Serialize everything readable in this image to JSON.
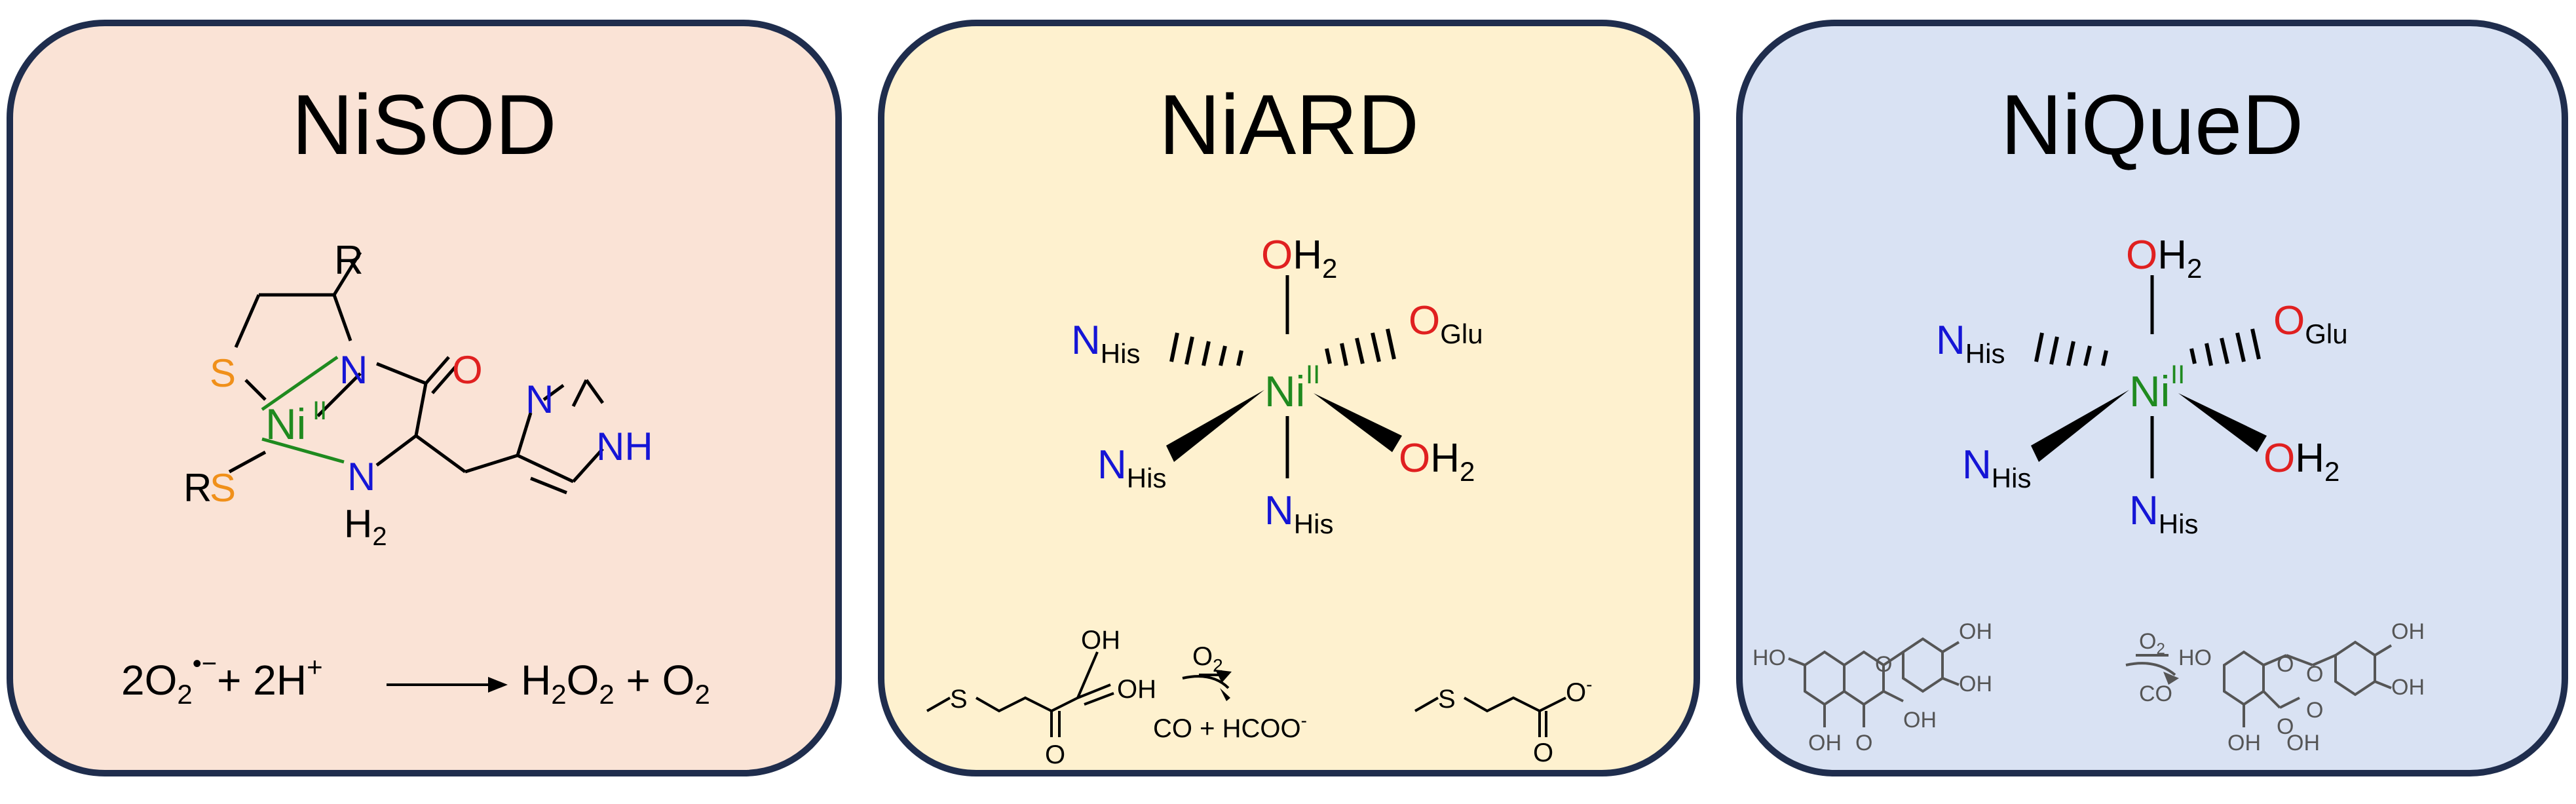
{
  "panels": [
    {
      "title": "NiSOD",
      "structure": {
        "metal": "Ni",
        "oxidation": "II",
        "atoms": {
          "R_top": "R",
          "S_ring": "S",
          "N_amide": "N",
          "O_carbonyl": "O",
          "S_thiolate": "S",
          "R_thiolate": "R",
          "N_amine": "N",
          "H2_amine": "H",
          "H2_sub": "2",
          "N_imidazole": "N",
          "NH_imidazole": "NH"
        }
      },
      "reaction": {
        "reactant_coef": "2O",
        "reactant_sub": "2",
        "radical": "•−",
        "plus": "+ 2H",
        "plus_sup": "+",
        "product_h": "H",
        "product_sub1": "2",
        "product_o": "O",
        "product_sub2": "2",
        "product_plus": " + O",
        "product_sub3": "2"
      }
    },
    {
      "title": "NiARD",
      "structure": {
        "metal": "Ni",
        "oxidation": "II",
        "ligands": {
          "top_o": "O",
          "top_h": "H",
          "top_sub": "2",
          "glu_o": "O",
          "glu_sub": "Glu",
          "n1": "N",
          "n1_sub": "His",
          "n2": "N",
          "n2_sub": "His",
          "n3": "N",
          "n3_sub": "His",
          "water_o": "O",
          "water_h": "H",
          "water_sub": "2"
        }
      },
      "reaction": {
        "S1": "S",
        "OH1": "OH",
        "OH2": "OH",
        "O1": "O",
        "O2_label": "O",
        "O2_sub": "2",
        "byproducts": "CO + HCOO",
        "byproducts_sup": "-",
        "S2": "S",
        "O_minus": "O",
        "O_minus_sup": "-",
        "O_product": "O"
      }
    },
    {
      "title": "NiQueD",
      "structure": {
        "metal": "Ni",
        "oxidation": "II",
        "ligands": {
          "top_o": "O",
          "top_h": "H",
          "top_sub": "2",
          "glu_o": "O",
          "glu_sub": "Glu",
          "n1": "N",
          "n1_sub": "His",
          "n2": "N",
          "n2_sub": "His",
          "n3": "N",
          "n3_sub": "His",
          "water_o": "O",
          "water_h": "H",
          "water_sub": "2"
        }
      },
      "reaction": {
        "HO_left": "HO",
        "OH_a": "OH",
        "OH_b": "OH",
        "OH_c": "OH",
        "OH_d": "OH",
        "O_ketone": "O",
        "O_ring": "O",
        "O2_label": "O",
        "O2_sub": "2",
        "co": "CO",
        "HO_p": "HO",
        "OH_p1": "OH",
        "OH_p2": "OH",
        "OH_p3": "OH",
        "O_p1": "O",
        "O_p2": "O",
        "O_p3": "O",
        "O_p4": "O",
        "OH_p4": "OH"
      }
    }
  ],
  "colors": {
    "border": "#1f2d4d",
    "nisod_bg": "#fae3d6",
    "niard_bg": "#fef1cf",
    "niqued_bg": "#d9e2f3",
    "nickel": "#1f8a1f",
    "nitrogen": "#1515d6",
    "oxygen": "#e02020",
    "sulfur": "#f0901a",
    "structure_gray": "#555555"
  }
}
